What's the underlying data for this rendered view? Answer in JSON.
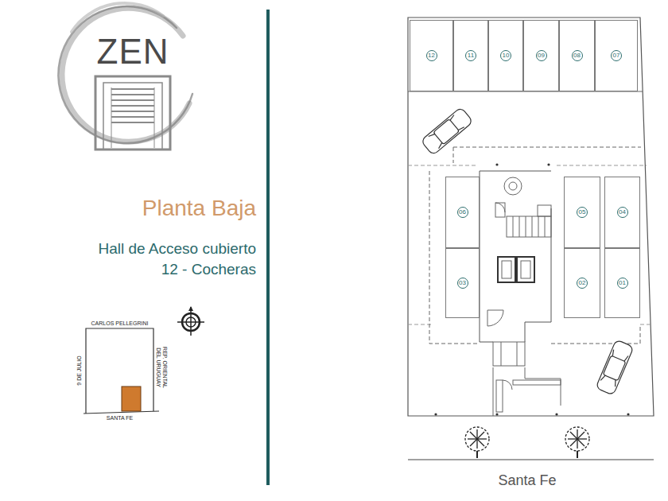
{
  "diagram": {
    "title": "Planta Baja",
    "nodes": [
      {
        "text": [
          "12"
        ]
      },
      {
        "text": [
          "11"
        ]
      },
      {
        "text": [
          "10"
        ]
      },
      {
        "text": [
          "09"
        ]
      },
      {
        "text": [
          "08"
        ]
      },
      {
        "text": [
          "07"
        ]
      },
      {
        "text": [
          "06"
        ]
      },
      {
        "text": [
          "05"
        ]
      },
      {
        "text": [
          "04"
        ]
      },
      {
        "text": [
          "03"
        ]
      },
      {
        "text": [
          "02"
        ]
      },
      {
        "text": [
          "01"
        ]
      }
    ],
    "labels": [
      "ZEN",
      "Hall de Acceso cubierto",
      "12 - Cocheras",
      "CARLOS PELLEGRINI",
      "9 DE JULIO",
      "REP. ORIENTAL DEL URUGUAY",
      "SANTA FE",
      "Santa Fe"
    ]
  }
}
